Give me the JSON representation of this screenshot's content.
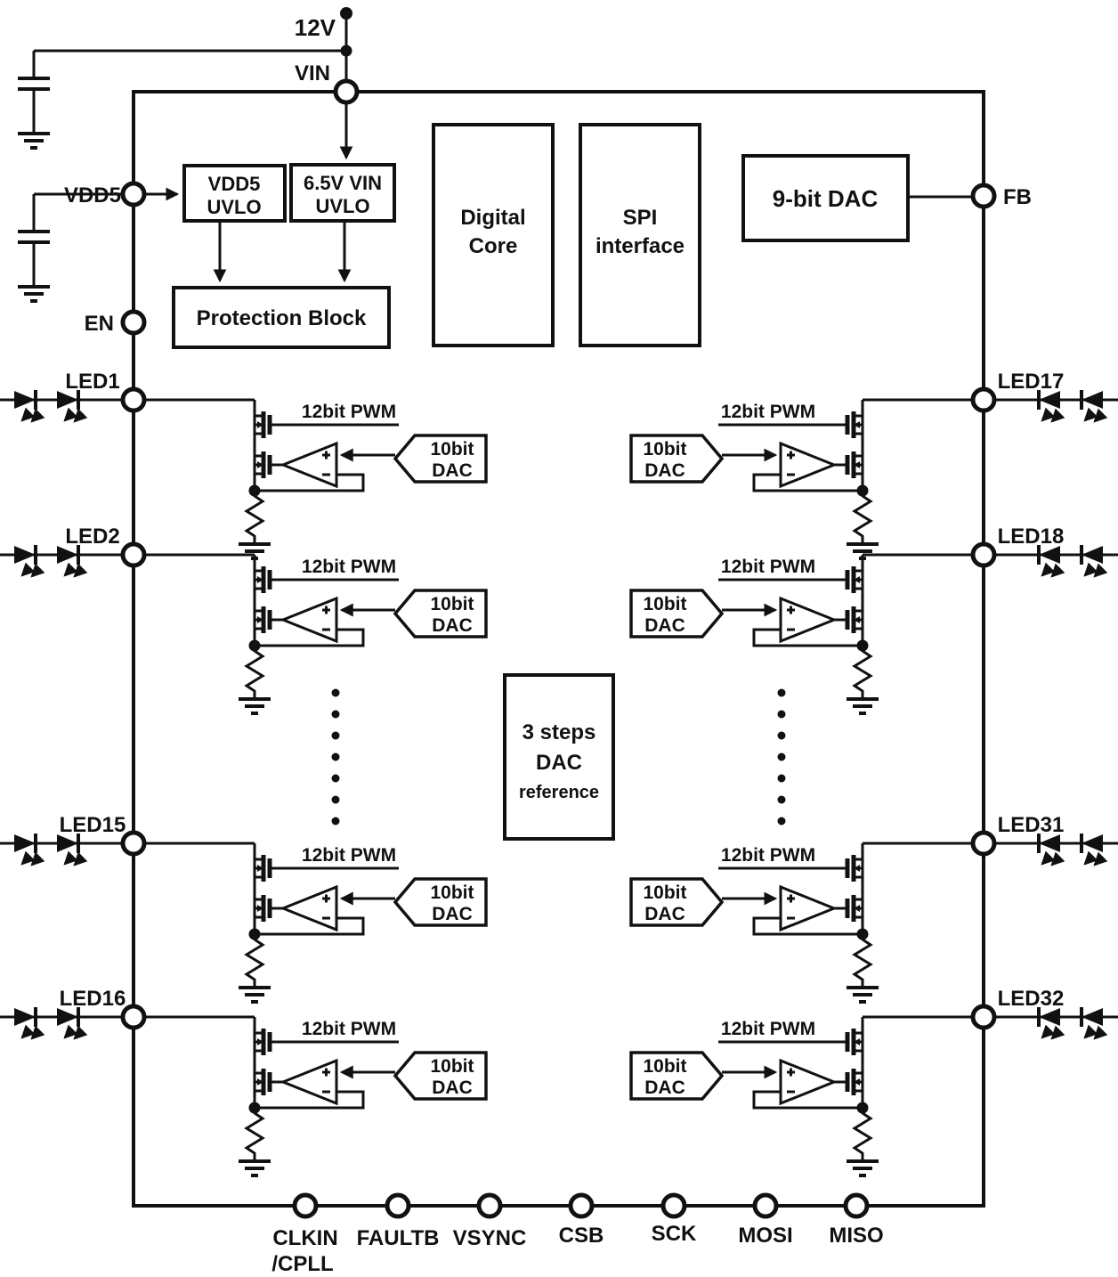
{
  "colors": {
    "ink": "#111111",
    "background": "#ffffff"
  },
  "power": {
    "rail_label": "12V",
    "vin_label": "VIN",
    "vdd5_label": "VDD5",
    "en_label": "EN",
    "fb_label": "FB"
  },
  "blocks": {
    "vdd5_uvlo": {
      "line1": "VDD5",
      "line2": "UVLO"
    },
    "vin_uvlo": {
      "line1": "6.5V VIN",
      "line2": "UVLO"
    },
    "protection": {
      "label": "Protection Block"
    },
    "digital_core": {
      "line1": "Digital",
      "line2": "Core"
    },
    "spi": {
      "line1": "SPI",
      "line2": "interface"
    },
    "dac9": {
      "label": "9-bit DAC"
    },
    "dac_ref": {
      "line1": "3 steps",
      "line2": "DAC",
      "line3": "reference"
    }
  },
  "left_channels": [
    {
      "pin": "LED1",
      "pwm": "12bit PWM",
      "dac_line1": "10bit",
      "dac_line2": "DAC"
    },
    {
      "pin": "LED2",
      "pwm": "12bit PWM",
      "dac_line1": "10bit",
      "dac_line2": "DAC"
    },
    {
      "pin": "LED15",
      "pwm": "12bit PWM",
      "dac_line1": "10bit",
      "dac_line2": "DAC"
    },
    {
      "pin": "LED16",
      "pwm": "12bit PWM",
      "dac_line1": "10bit",
      "dac_line2": "DAC"
    }
  ],
  "right_channels": [
    {
      "pin": "LED17",
      "pwm": "12bit PWM",
      "dac_line1": "10bit",
      "dac_line2": "DAC"
    },
    {
      "pin": "LED18",
      "pwm": "12bit PWM",
      "dac_line1": "10bit",
      "dac_line2": "DAC"
    },
    {
      "pin": "LED31",
      "pwm": "12bit PWM",
      "dac_line1": "10bit",
      "dac_line2": "DAC"
    },
    {
      "pin": "LED32",
      "pwm": "12bit PWM",
      "dac_line1": "10bit",
      "dac_line2": "DAC"
    }
  ],
  "bottom_pins": [
    {
      "line1": "CLKIN",
      "line2": "/CPLL"
    },
    {
      "line1": "FAULTB"
    },
    {
      "line1": "VSYNC"
    },
    {
      "line1": "CSB"
    },
    {
      "line1": "SCK"
    },
    {
      "line1": "MOSI"
    },
    {
      "line1": "MISO"
    }
  ]
}
